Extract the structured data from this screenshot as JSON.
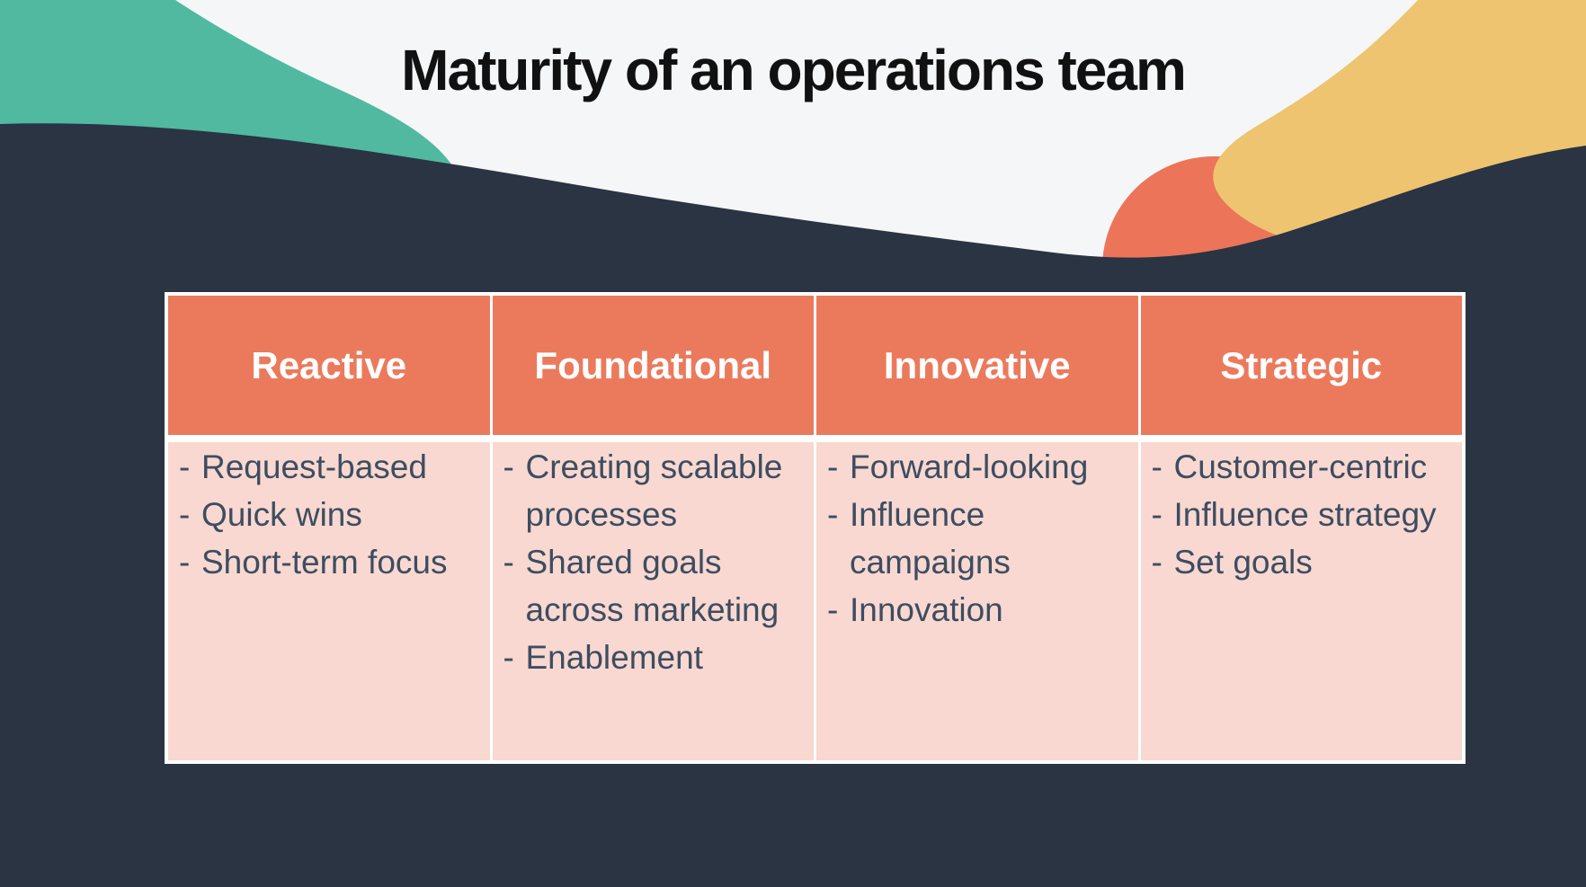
{
  "slide": {
    "title": "Maturity of an operations team"
  },
  "table": {
    "bullet_char": "-",
    "columns": [
      {
        "header": "Reactive",
        "items": [
          "Request-based",
          "Quick wins",
          "Short-term focus"
        ]
      },
      {
        "header": "Foundational",
        "items": [
          "Creating scalable\nprocesses",
          "Shared goals\nacross marketing",
          "Enablement"
        ]
      },
      {
        "header": "Innovative",
        "items": [
          "Forward-looking",
          "Influence\ncampaigns",
          "Innovation"
        ]
      },
      {
        "header": "Strategic",
        "items": [
          "Customer-centric",
          "Influence strategy",
          "Set goals"
        ]
      }
    ]
  },
  "colors": {
    "navy": "#2A3442",
    "offwhite": "#F5F6F7",
    "teal": "#50B9A0",
    "yellow": "#EEC471",
    "coral": "#EC7459",
    "header_orange": "#EB7A5C",
    "pink": "#F8D8D0",
    "title_color": "#111111",
    "body_text": "#3D4D61",
    "border": "#FFFFFF"
  }
}
